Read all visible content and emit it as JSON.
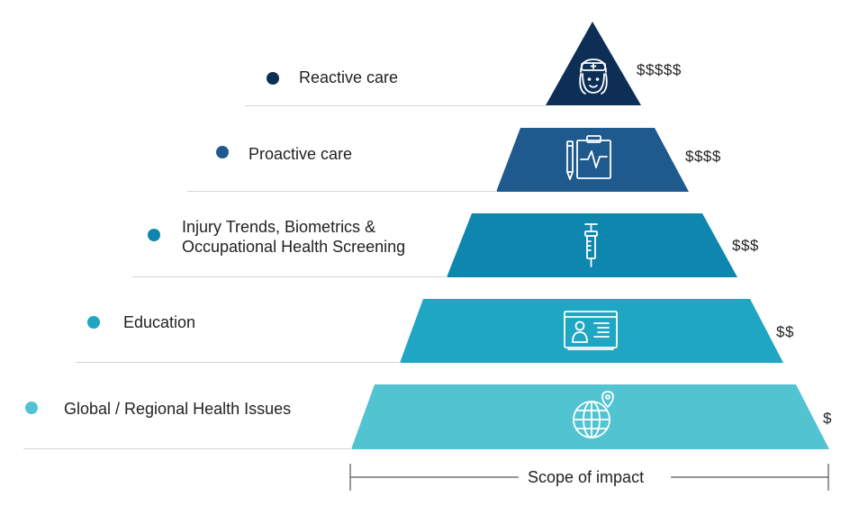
{
  "levels": [
    {
      "label": "Reactive care",
      "cost": "$$$$$",
      "color": "#0d2f56",
      "icon": "nurse-icon"
    },
    {
      "label": "Proactive care",
      "cost": "$$$$",
      "color": "#1f5a8f",
      "icon": "clipboard-heartbeat-icon"
    },
    {
      "label_line1": "Injury Trends, Biometrics &",
      "label_line2": "Occupational Health Screening",
      "cost": "$$$",
      "color": "#0e86ad",
      "icon": "syringe-icon"
    },
    {
      "label": "Education",
      "cost": "$$",
      "color": "#1ea6c3",
      "icon": "id-card-icon"
    },
    {
      "label": "Global / Regional Health Issues",
      "cost": "$",
      "color": "#52c3d0",
      "icon": "globe-location-icon"
    }
  ],
  "scope_label": "Scope of impact"
}
